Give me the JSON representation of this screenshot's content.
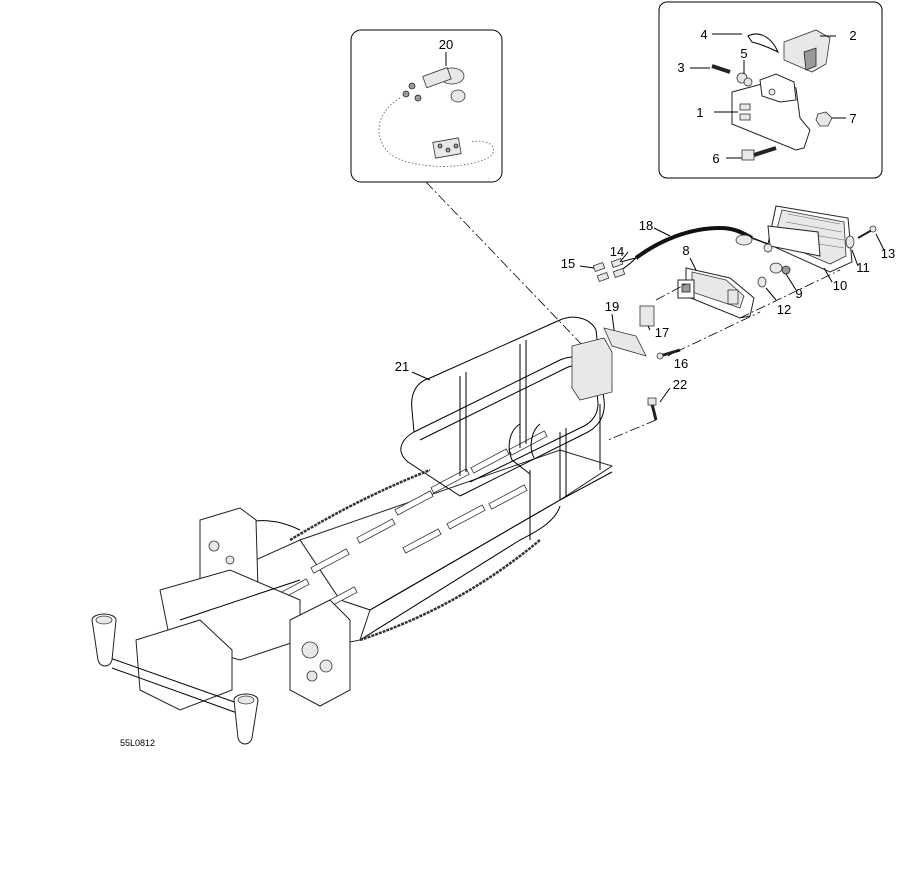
{
  "diagram": {
    "reference_code": "55L0812",
    "callouts": [
      {
        "id": "c1",
        "label": "1"
      },
      {
        "id": "c2",
        "label": "2"
      },
      {
        "id": "c3",
        "label": "3"
      },
      {
        "id": "c4",
        "label": "4"
      },
      {
        "id": "c5",
        "label": "5"
      },
      {
        "id": "c6",
        "label": "6"
      },
      {
        "id": "c7",
        "label": "7"
      },
      {
        "id": "c8",
        "label": "8"
      },
      {
        "id": "c9",
        "label": "9"
      },
      {
        "id": "c10",
        "label": "10"
      },
      {
        "id": "c11",
        "label": "11"
      },
      {
        "id": "c12",
        "label": "12"
      },
      {
        "id": "c13",
        "label": "13"
      },
      {
        "id": "c14",
        "label": "14"
      },
      {
        "id": "c15",
        "label": "15"
      },
      {
        "id": "c16",
        "label": "16"
      },
      {
        "id": "c17",
        "label": "17"
      },
      {
        "id": "c18",
        "label": "18"
      },
      {
        "id": "c19",
        "label": "19"
      },
      {
        "id": "c20",
        "label": "20"
      },
      {
        "id": "c21",
        "label": "21"
      },
      {
        "id": "c22",
        "label": "22"
      }
    ]
  }
}
